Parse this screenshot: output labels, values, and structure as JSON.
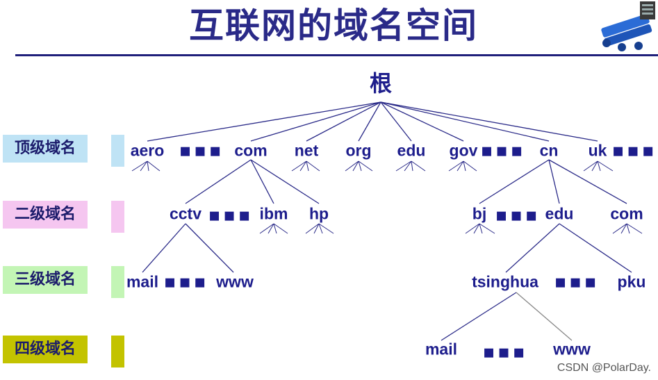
{
  "title": "互联网的域名空间",
  "watermark": "CSDN @PolarDay.",
  "levels": [
    {
      "label": "顶级域名",
      "label_bg": "#bfe3f5",
      "bar_color": "#bfe3f5"
    },
    {
      "label": "二级域名",
      "label_bg": "#f5c6f0",
      "bar_color": "#f5c6f0"
    },
    {
      "label": "三级域名",
      "label_bg": "#c3f5b5",
      "bar_color": "#c3f5b5"
    },
    {
      "label": "四级域名",
      "label_bg": "#c3c300",
      "bar_color": "#c3c300"
    }
  ],
  "tree": {
    "root": "根",
    "top_level": [
      "aero",
      "com",
      "net",
      "org",
      "edu",
      "gov",
      "cn",
      "uk"
    ],
    "second_level_com": [
      "cctv",
      "ibm",
      "hp"
    ],
    "second_level_cn": [
      "bj",
      "edu",
      "com"
    ],
    "third_level_cctv": [
      "mail",
      "www"
    ],
    "third_level_cn_edu": [
      "tsinghua",
      "pku"
    ],
    "fourth_level_tsinghua": [
      "mail",
      "www"
    ],
    "ellipsis": "▪▪▪"
  },
  "colors": {
    "node_text": "#1d1d8c",
    "line": "#2a2a88",
    "title": "#2a2a88"
  },
  "logo_icon": "network-servers-icon"
}
